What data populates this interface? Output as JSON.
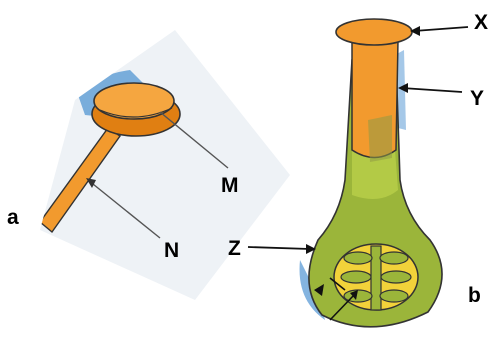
{
  "labels": {
    "a": "a",
    "b": "b",
    "m": "M",
    "n": "N",
    "x": "X",
    "y": "Y",
    "z": "Z"
  },
  "colors": {
    "background": "#ffffff",
    "orange": "#f29a2e",
    "orange_dark": "#e07f12",
    "green": "#9bb53a",
    "green_light": "#b9cf4a",
    "yellow": "#f2d23a",
    "blue_wash": "#5b9bd5",
    "outline": "#222222"
  }
}
